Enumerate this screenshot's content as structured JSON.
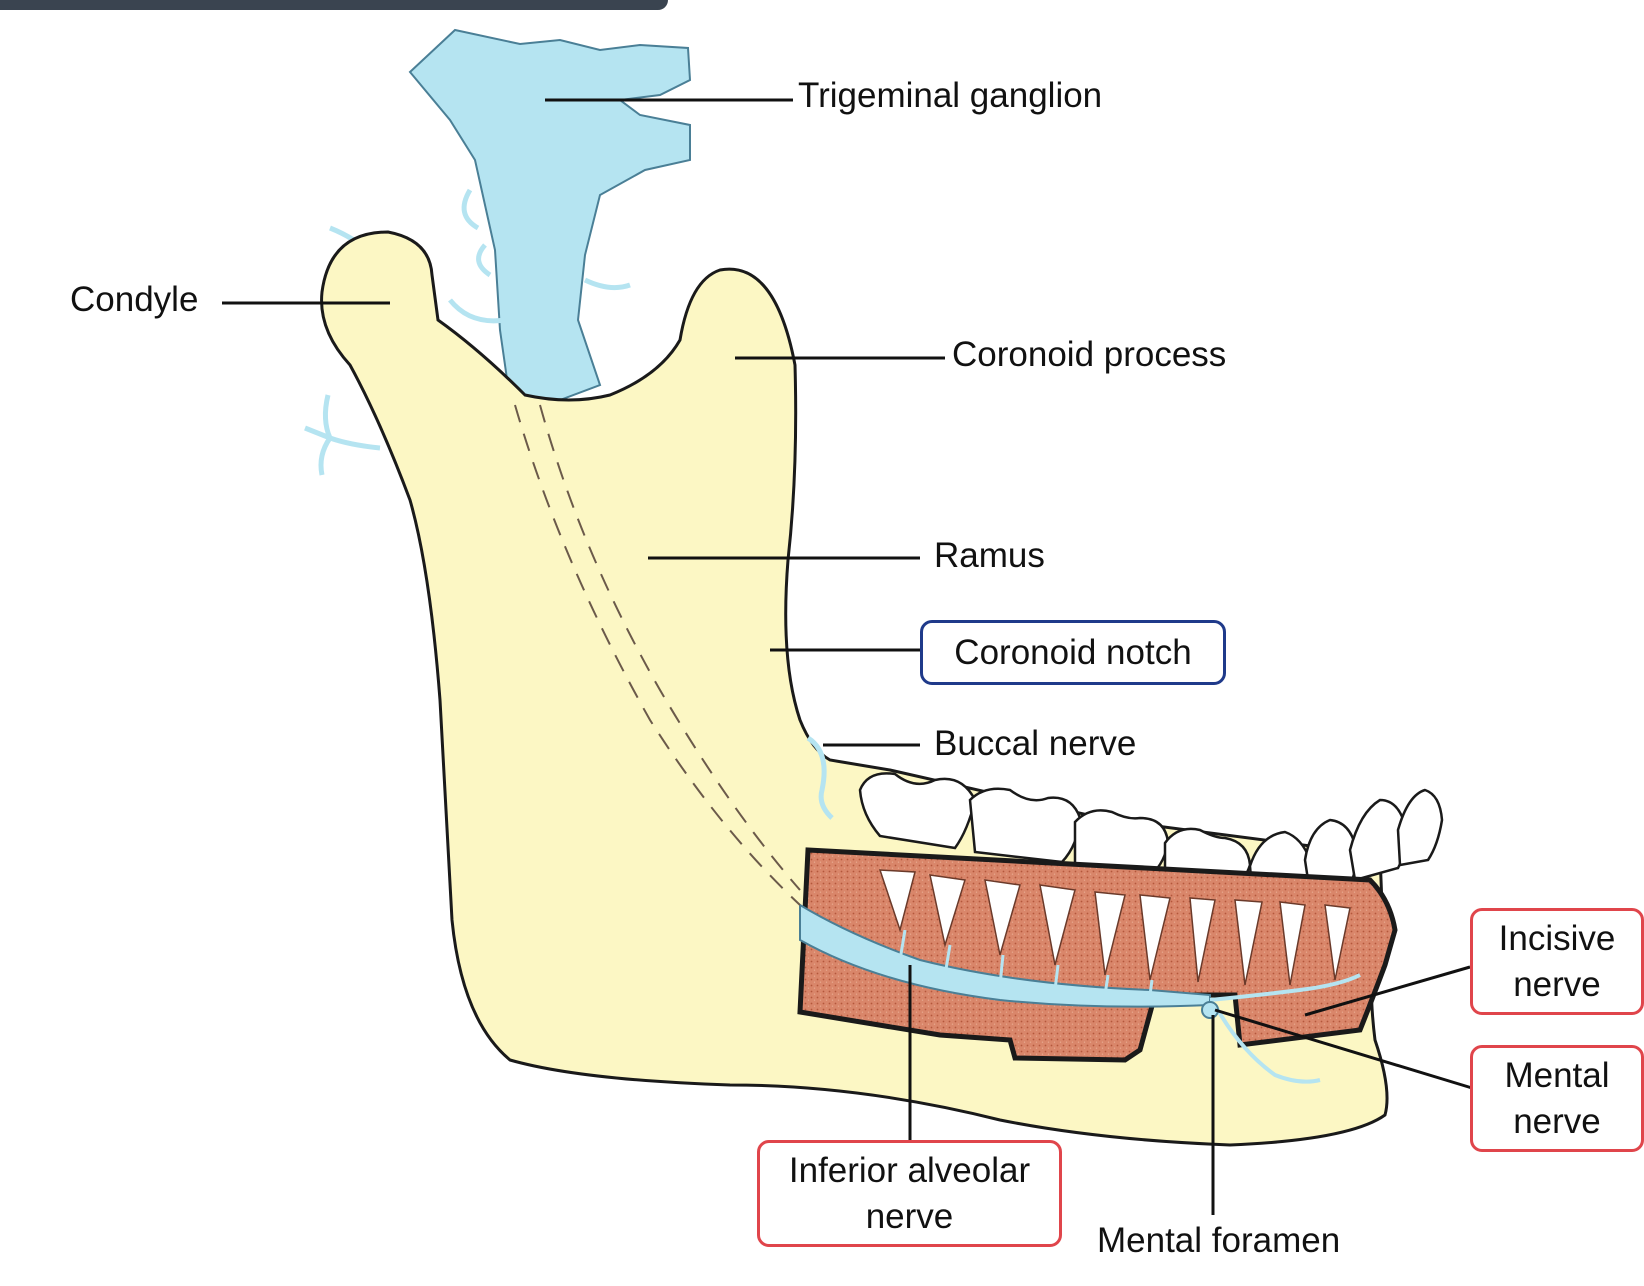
{
  "colors": {
    "bone": "#fcf7c4",
    "nerve": "#b5e4f1",
    "nerve_stroke": "#4a7f96",
    "cut_bone": "#d9866a",
    "outline": "#1a1a1a",
    "highlight_blue": "#1f3a8a",
    "highlight_red": "#e0454b",
    "top_bar": "#3a4450"
  },
  "labels": {
    "trigeminal_ganglion": "Trigeminal ganglion",
    "condyle": "Condyle",
    "coronoid_process": "Coronoid process",
    "ramus": "Ramus",
    "coronoid_notch": "Coronoid notch",
    "buccal_nerve": "Buccal nerve",
    "incisive_nerve": [
      "Incisive",
      "nerve"
    ],
    "mental_nerve": [
      "Mental",
      "nerve"
    ],
    "inferior_alveolar_nerve": [
      "Inferior alveolar",
      "nerve"
    ],
    "mental_foramen": "Mental foramen"
  },
  "highlights": {
    "coronoid_notch": "blue",
    "incisive_nerve": "red",
    "mental_nerve": "red",
    "inferior_alveolar_nerve": "red"
  }
}
